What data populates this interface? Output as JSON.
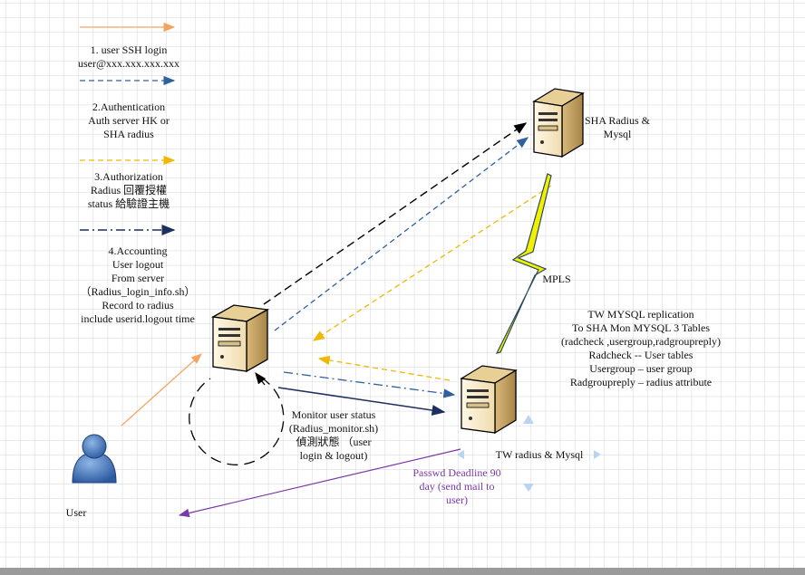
{
  "legend": {
    "step1": [
      "1. user SSH login",
      "user@xxx.xxx.xxx.xxx"
    ],
    "step2": [
      "2.Authentication",
      "Auth server HK or",
      "SHA radius"
    ],
    "step3": [
      "3.Authorization",
      "Radius 回覆授權",
      "status 給驗證主機"
    ],
    "step4": [
      "4.Accounting",
      "User logout",
      "From server",
      "（Radius_login_info.sh）",
      "Record to radius",
      "include userid.logout time"
    ]
  },
  "nodes": {
    "sha_server": [
      "SHA Radius &",
      "Mysql"
    ],
    "tw_server": "TW radius & Mysql",
    "user": "User"
  },
  "labels": {
    "mpls": "MPLS",
    "replication": [
      "TW MYSQL replication",
      "To SHA Mon MYSQL 3 Tables",
      "(radcheck ,usergroup,radgroupreply)",
      "Radcheck -- User tables",
      "Usergroup  –  user group",
      "Radgroupreply  –  radius attribute"
    ],
    "monitor": [
      "Monitor user status",
      "(Radius_monitor.sh)",
      "偵測狀態 （user",
      "login & logout)"
    ],
    "passwd": [
      "Passwd Deadline 90",
      "day (send mail to",
      "user)"
    ]
  },
  "colors": {
    "login": "#f4a460",
    "auth": "#3060a0",
    "authz": "#f0b800",
    "accounting": "#1c2f5e",
    "passwd": "#7a3aa8",
    "grid": "#d5d5d5"
  }
}
